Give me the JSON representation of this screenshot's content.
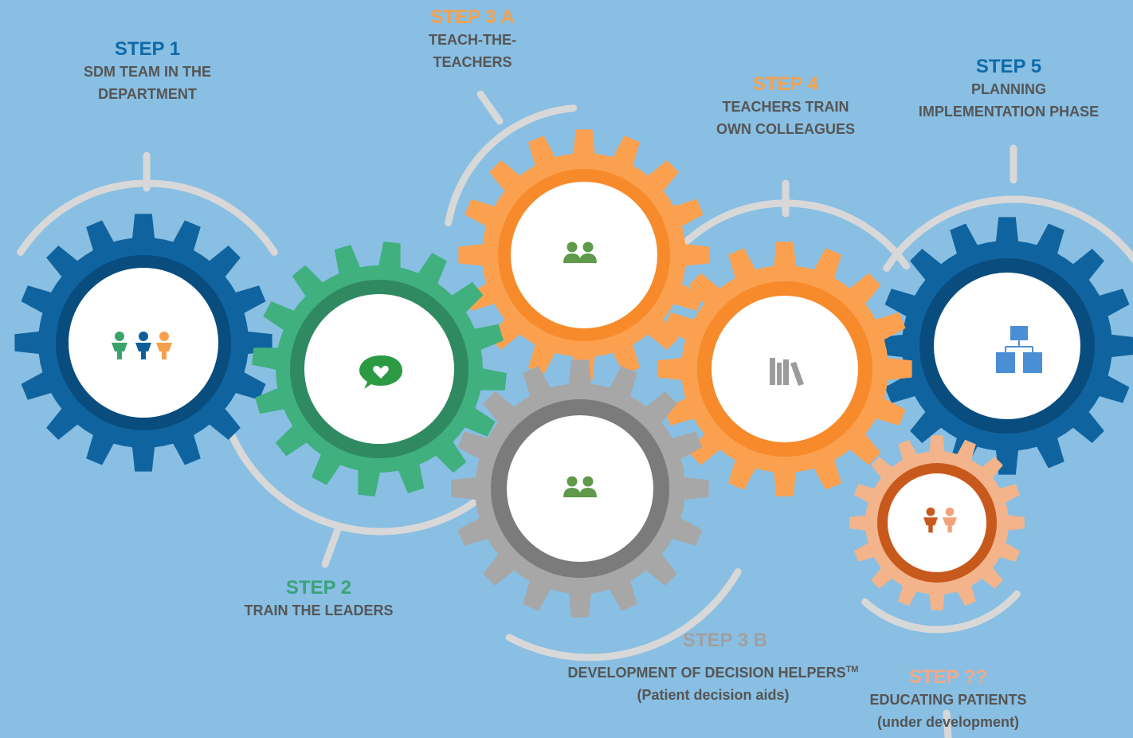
{
  "colors": {
    "background": "#89bfe3",
    "blue": "#0f64a0",
    "blue_ring": "#094d7e",
    "green": "#40b07f",
    "green_ring": "#2f8a62",
    "orange": "#fba04f",
    "orange_ring": "#f78a2a",
    "grey": "#a7a7a7",
    "grey_ring": "#7b7b7b",
    "salmon": "#f3b48c",
    "salmon_ring": "#c8591c",
    "arc": "#d8d8d8"
  },
  "steps": {
    "step1": {
      "title": "STEP 1",
      "line1": "SDM TEAM IN THE",
      "line2": "DEPARTMENT",
      "icon": "team-people-icon"
    },
    "step2": {
      "title": "STEP 2",
      "line1": "TRAIN THE LEADERS",
      "icon": "speech-heart-icon"
    },
    "step3a": {
      "title": "STEP 3 A",
      "line1": "TEACH-THE-",
      "line2": "TEACHERS",
      "icon": "two-people-icon"
    },
    "step3b": {
      "title": "STEP 3 B",
      "line1": "DEVELOPMENT OF DECISION HELPERS",
      "tm": "TM",
      "line2": "(Patient decision aids)",
      "icon": "two-people-icon"
    },
    "step4": {
      "title": "STEP 4",
      "line1": "TEACHERS TRAIN",
      "line2": "OWN COLLEAGUES",
      "icon": "books-icon"
    },
    "step5": {
      "title": "STEP 5",
      "line1": "PLANNING",
      "line2": "IMPLEMENTATION PHASE",
      "icon": "hierarchy-icon"
    },
    "stepq": {
      "title": "STEP ??",
      "line1": "EDUCATING PATIENTS",
      "line2": "(under development)",
      "icon": "two-people-icon"
    }
  }
}
